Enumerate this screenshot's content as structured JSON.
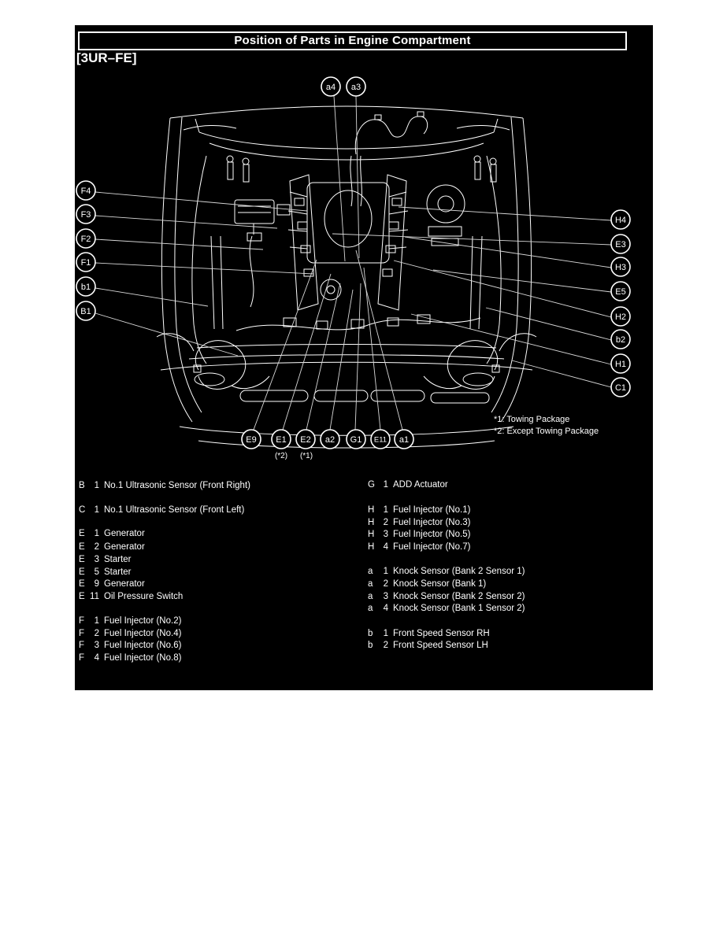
{
  "header": {
    "title": "Position of Parts in Engine Compartment",
    "engine_code": "[3UR–FE]"
  },
  "diagram": {
    "callouts": {
      "top": [
        "a4",
        "a3"
      ],
      "left": [
        "F4",
        "F3",
        "F2",
        "F1",
        "b1",
        "B1"
      ],
      "right": [
        "H4",
        "E3",
        "H3",
        "E5",
        "H2",
        "b2",
        "H1",
        "C1"
      ],
      "bottom": [
        "E9",
        "E1",
        "E2",
        "a2",
        "G1",
        "E11",
        "a1"
      ]
    },
    "footnote_labels": [
      "(*2)",
      "(*1)"
    ],
    "notes": [
      "*1: Towing Package",
      "*2: Except Towing Package"
    ]
  },
  "legend": {
    "left": [
      {
        "letter": "B",
        "num": "1",
        "text": "No.1 Ultrasonic Sensor (Front Right)"
      },
      {
        "letter": "C",
        "num": "1",
        "text": "No.1 Ultrasonic Sensor (Front Left)"
      },
      {
        "letter": "E",
        "num": "1",
        "text": "Generator"
      },
      {
        "letter": "E",
        "num": "2",
        "text": "Generator"
      },
      {
        "letter": "E",
        "num": "3",
        "text": "Starter"
      },
      {
        "letter": "E",
        "num": "5",
        "text": "Starter"
      },
      {
        "letter": "E",
        "num": "9",
        "text": "Generator"
      },
      {
        "letter": "E",
        "num": "11",
        "text": "Oil Pressure Switch"
      },
      {
        "letter": "F",
        "num": "1",
        "text": "Fuel Injector (No.2)"
      },
      {
        "letter": "F",
        "num": "2",
        "text": "Fuel Injector (No.4)"
      },
      {
        "letter": "F",
        "num": "3",
        "text": "Fuel Injector (No.6)"
      },
      {
        "letter": "F",
        "num": "4",
        "text": "Fuel Injector (No.8)"
      }
    ],
    "right": [
      {
        "letter": "G",
        "num": "1",
        "text": "ADD Actuator"
      },
      {
        "letter": "H",
        "num": "1",
        "text": "Fuel Injector (No.1)"
      },
      {
        "letter": "H",
        "num": "2",
        "text": "Fuel Injector (No.3)"
      },
      {
        "letter": "H",
        "num": "3",
        "text": "Fuel Injector (No.5)"
      },
      {
        "letter": "H",
        "num": "4",
        "text": "Fuel Injector (No.7)"
      },
      {
        "letter": "a",
        "num": "1",
        "text": "Knock Sensor (Bank 2 Sensor 1)"
      },
      {
        "letter": "a",
        "num": "2",
        "text": "Knock Sensor (Bank 1)"
      },
      {
        "letter": "a",
        "num": "3",
        "text": "Knock Sensor (Bank 2 Sensor 2)"
      },
      {
        "letter": "a",
        "num": "4",
        "text": "Knock Sensor (Bank 1 Sensor 2)"
      },
      {
        "letter": "b",
        "num": "1",
        "text": "Front Speed Sensor RH"
      },
      {
        "letter": "b",
        "num": "2",
        "text": "Front Speed Sensor LH"
      }
    ]
  },
  "colors": {
    "page": "#ffffff",
    "panel_background": "#000000",
    "line_art": "#ffffff"
  }
}
